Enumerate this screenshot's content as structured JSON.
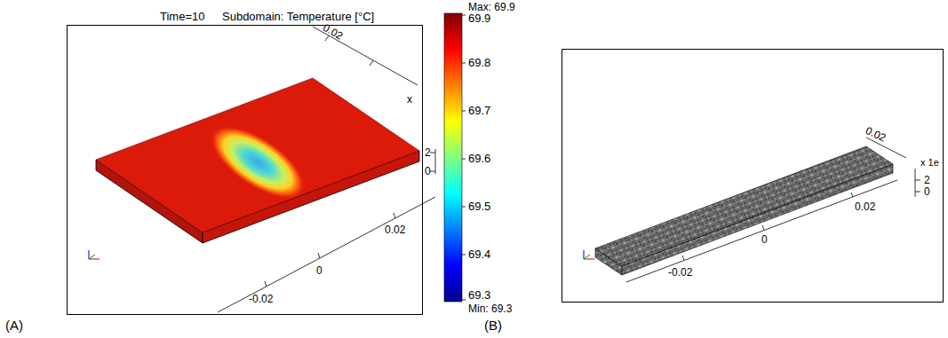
{
  "diagram": {
    "labels": [
      "Time=10",
      "Subdomain: Temperature [°C]",
      "Max: 69.9",
      "69.9",
      "69.8",
      "69.7",
      "69.6",
      "69.5",
      "69.4",
      "69.3",
      "Min: 69.3",
      "0.02",
      "x",
      "2",
      "0",
      "0.02",
      "0",
      "-0.02",
      "(A)",
      "(B)",
      "0.02",
      "x 1e",
      "2",
      "0",
      "0.02",
      "0",
      "-0.02"
    ]
  }
}
